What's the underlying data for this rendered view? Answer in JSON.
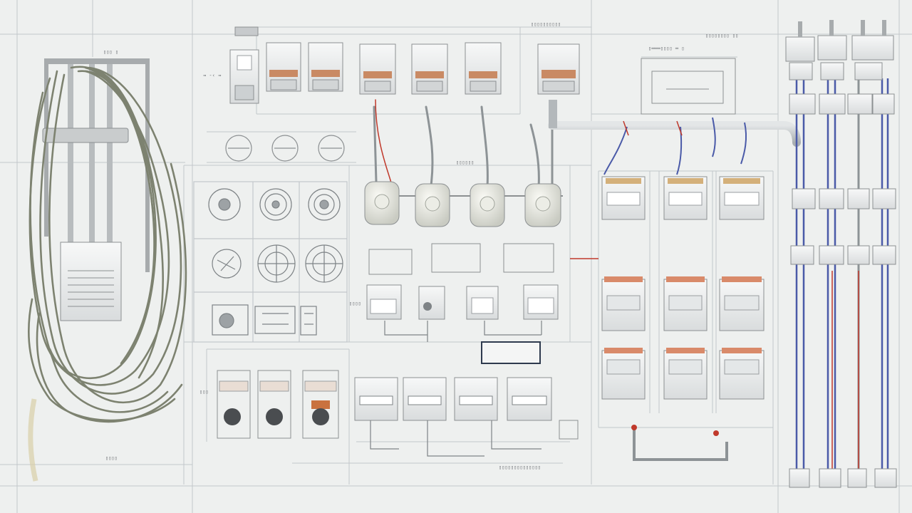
{
  "board": {
    "background": "#eef0ef",
    "line_color": "#b9bec3",
    "wire_gray": "#8d9396",
    "wire_blue": "#4a5aa8",
    "wire_red": "#c0392b",
    "coil_color": "#7d8270"
  },
  "sections": [
    {
      "name": "cable-coil-panel",
      "icon": "coiled-cable-icon"
    },
    {
      "name": "top-breaker-row",
      "count": 7
    },
    {
      "name": "gauge-panel",
      "count": 9
    },
    {
      "name": "contactor-bank",
      "count": 9
    },
    {
      "name": "relay-column",
      "count": 4
    },
    {
      "name": "busbar-column",
      "count": 4
    }
  ],
  "labels": {
    "top_right_text": "",
    "bottom_left_text": ""
  }
}
